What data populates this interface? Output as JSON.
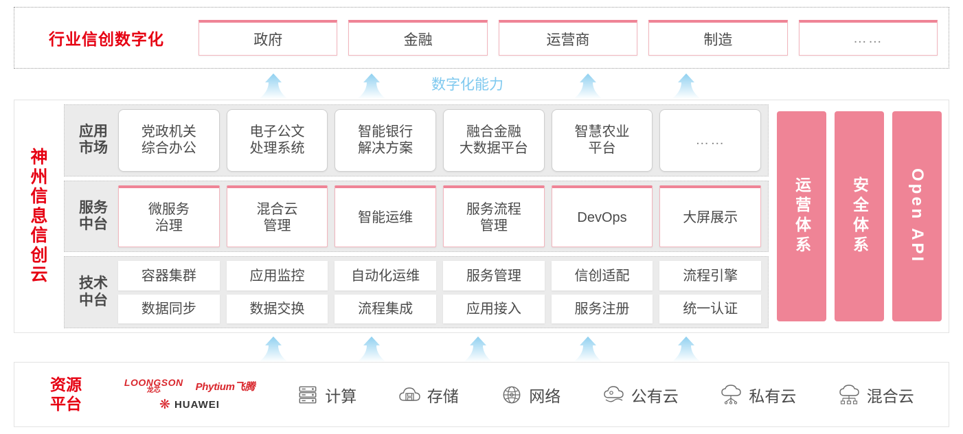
{
  "industry": {
    "title": "行业信创数字化",
    "boxes": [
      {
        "label": "政府"
      },
      {
        "label": "金融"
      },
      {
        "label": "运营商"
      },
      {
        "label": "制造"
      },
      {
        "label": "……"
      }
    ]
  },
  "capability": {
    "label": "数字化能力",
    "arrow_icon": "up-arrow-icon",
    "top_arrow_count": 4,
    "bottom_arrow_count": 5,
    "arrow_color": "#bfe3f7"
  },
  "cloud": {
    "title": "神州信息信创云",
    "title_chars": [
      "神",
      "州",
      "信",
      "息",
      "信",
      "创",
      "云"
    ],
    "layers": [
      {
        "label": "应用市场",
        "label_lines": [
          "应用",
          "市场"
        ],
        "style": "app",
        "items": [
          {
            "label": "党政机关\n综合办公",
            "lines": [
              "党政机关",
              "综合办公"
            ]
          },
          {
            "label": "电子公文\n处理系统",
            "lines": [
              "电子公文",
              "处理系统"
            ]
          },
          {
            "label": "智能银行\n解决方案",
            "lines": [
              "智能银行",
              "解决方案"
            ]
          },
          {
            "label": "融合金融\n大数据平台",
            "lines": [
              "融合金融",
              "大数据平台"
            ]
          },
          {
            "label": "智慧农业\n平台",
            "lines": [
              "智慧农业",
              "平台"
            ]
          },
          {
            "label": "……",
            "lines": [
              "……"
            ],
            "dots": true
          }
        ]
      },
      {
        "label": "服务中台",
        "label_lines": [
          "服务",
          "中台"
        ],
        "style": "svc",
        "items": [
          {
            "label": "微服务\n治理",
            "lines": [
              "微服务",
              "治理"
            ]
          },
          {
            "label": "混合云\n管理",
            "lines": [
              "混合云",
              "管理"
            ]
          },
          {
            "label": "智能运维",
            "lines": [
              "智能运维"
            ]
          },
          {
            "label": "服务流程\n管理",
            "lines": [
              "服务流程",
              "管理"
            ]
          },
          {
            "label": "DevOps",
            "lines": [
              "DevOps"
            ]
          },
          {
            "label": "大屏展示",
            "lines": [
              "大屏展示"
            ]
          }
        ]
      },
      {
        "label": "技术中台",
        "label_lines": [
          "技术",
          "中台"
        ],
        "style": "tech",
        "rows": [
          [
            "容器集群",
            "应用监控",
            "自动化运维",
            "服务管理",
            "信创适配",
            "流程引擎"
          ],
          [
            "数据同步",
            "数据交换",
            "流程集成",
            "应用接入",
            "服务注册",
            "统一认证"
          ]
        ]
      }
    ],
    "pillars": [
      {
        "label": "运营体系",
        "latin": false
      },
      {
        "label": "安全体系",
        "latin": false
      },
      {
        "label": "Open API",
        "latin": true
      }
    ]
  },
  "resource": {
    "title": "资源平台",
    "title_lines": [
      "资源",
      "平台"
    ],
    "vendors": [
      {
        "name": "LOONGSON",
        "name_cn": "龙芯",
        "icon": "loongson-logo"
      },
      {
        "name": "Phytium飞腾",
        "icon": "phytium-logo"
      },
      {
        "name": "HUAWEI",
        "icon": "huawei-logo"
      }
    ],
    "items": [
      {
        "label": "计算",
        "icon": "server-rack-icon"
      },
      {
        "label": "存储",
        "icon": "cloud-storage-icon"
      },
      {
        "label": "网络",
        "icon": "network-globe-icon"
      },
      {
        "label": "公有云",
        "icon": "public-cloud-icon"
      },
      {
        "label": "私有云",
        "icon": "private-cloud-icon"
      },
      {
        "label": "混合云",
        "icon": "hybrid-cloud-icon"
      }
    ]
  },
  "colors": {
    "brand_red": "#e60012",
    "pink": "#ef8496",
    "pink_border": "#f2b5bd",
    "arrow_blue": "#bfe3f7",
    "capability_text": "#7fc9ef",
    "band_gray": "#ebebeb"
  }
}
